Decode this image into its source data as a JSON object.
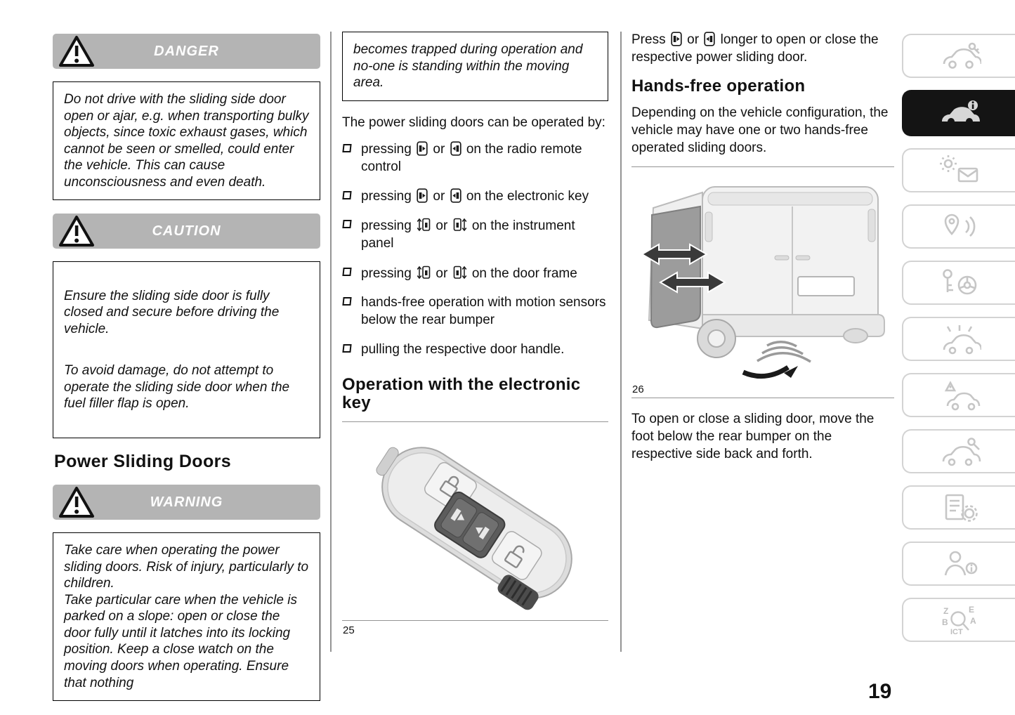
{
  "page_number": "19",
  "left": {
    "danger_title": "DANGER",
    "danger_body": "Do not drive with the sliding side door open or ajar, e.g. when transporting bulky objects, since toxic exhaust gases, which cannot be seen or smelled, could enter the vehicle. This can cause unconsciousness and even death.",
    "caution_title": "CAUTION",
    "caution_body1": "Ensure the sliding side door is fully closed and secure before driving the vehicle.",
    "caution_body2": "To avoid damage, do not attempt to operate the sliding side door when the fuel filler flap is open.",
    "section_title": "Power Sliding Doors",
    "warning_title": "WARNING",
    "warning_body": "Take care when operating the power sliding doors. Risk of injury, particularly to children.\nTake particular care when the vehicle is parked on a slope: open or close the door fully until it latches into its locking position. Keep a close watch on the moving doors when operating. Ensure that nothing"
  },
  "middle": {
    "carryover": "becomes trapped during operation and no-one is standing within the moving area.",
    "intro": "The power sliding doors can be operated by:",
    "list": [
      {
        "pre": "pressing ",
        "mid": " or ",
        "post": " on the radio remote control"
      },
      {
        "pre": "pressing ",
        "mid": " or ",
        "post": " on the electronic key"
      },
      {
        "pre": "pressing ",
        "mid": " or ",
        "post": " on the instrument panel"
      },
      {
        "pre": "pressing ",
        "mid": " or ",
        "post": " on the door frame"
      },
      {
        "text": "hands-free operation with motion sensors below the rear bumper"
      },
      {
        "text": "pulling the respective door handle."
      }
    ],
    "heading": "Operation with the electronic key",
    "figure_number": "25"
  },
  "right": {
    "press_pre": "Press ",
    "press_mid": " or ",
    "press_post": " longer to open or close the respective power sliding door.",
    "heading": "Hands-free operation",
    "body": "Depending on the vehicle configuration, the vehicle may have one or two hands-free operated sliding doors.",
    "figure_number": "26",
    "footer": "To open or close a sliding door, move the foot below the rear bumper on the respective side back and forth."
  },
  "sidebar": {
    "tabs": [
      {
        "icon": "car-key-icon",
        "active": false
      },
      {
        "icon": "car-info-icon",
        "active": true
      },
      {
        "icon": "warning-light-message-icon",
        "active": false
      },
      {
        "icon": "navigation-audio-icon",
        "active": false
      },
      {
        "icon": "key-steering-wheel-icon",
        "active": false
      },
      {
        "icon": "car-care-icon",
        "active": false
      },
      {
        "icon": "emergency-icon",
        "active": false
      },
      {
        "icon": "car-maintenance-icon",
        "active": false
      },
      {
        "icon": "technical-data-icon",
        "active": false
      },
      {
        "icon": "customer-info-icon",
        "active": false
      },
      {
        "icon": "alphabetical-index-icon",
        "active": false
      }
    ]
  },
  "icons": {
    "warning_triangle": "exclamation-triangle",
    "list_bullet": "shadowed-square",
    "door_button_open": "sliding-door-open-button",
    "door_button_close": "sliding-door-close-button",
    "door_switch_open": "sliding-door-switch-open",
    "door_switch_close": "sliding-door-switch-close"
  },
  "colors": {
    "bar_gray": "#b4b4b4",
    "active_tab_bg": "#141414",
    "tab_border": "#d3d3d3",
    "icon_gray": "#c6c6c6"
  }
}
